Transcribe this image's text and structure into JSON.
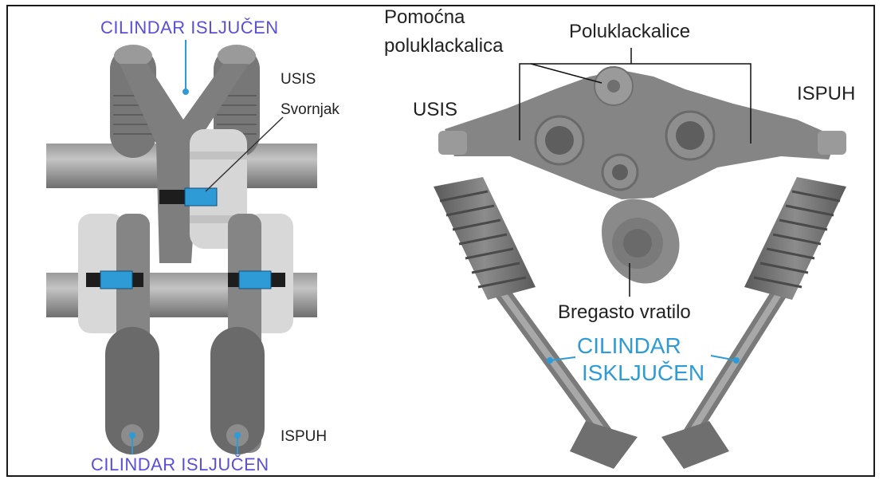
{
  "left_panel": {
    "top_label": "CILINDAR ISLJUČEN",
    "usis_label": "USIS",
    "svornjak_label": "Svornjak",
    "ispuh_label": "ISPUH",
    "bottom_label": "CILINDAR ISLJUČEN"
  },
  "right_panel": {
    "pomocna_line1": "Pomoćna",
    "pomocna_line2": "poluklackalica",
    "poluklackalice_label": "Poluklackalice",
    "usis_label": "USIS",
    "ispuh_label": "ISPUH",
    "bregasto_label": "Bregasto vratilo",
    "cilindar_line1": "CILINDAR",
    "cilindar_line2": "ISKLJUČEN"
  },
  "colors": {
    "metal": "#8a8a8a",
    "metal_dark": "#6c6c6c",
    "metal_light": "#c9c9c9",
    "pin_blue": "#2f9bd6",
    "label_blue": "#2f9bd6",
    "label_violet": "#5a4fd8"
  }
}
